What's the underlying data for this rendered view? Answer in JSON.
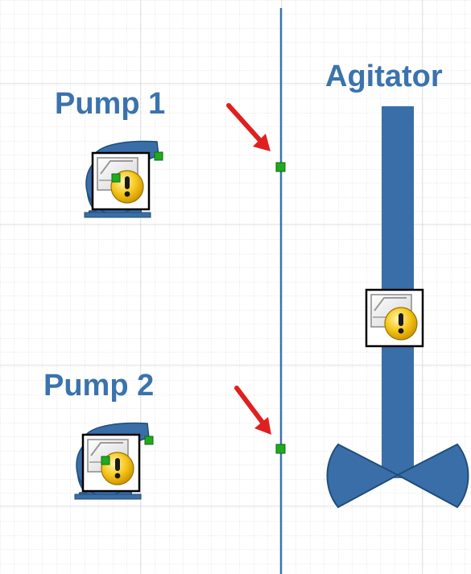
{
  "labels": {
    "pump1": "Pump 1",
    "pump2": "Pump 2",
    "agitator": "Agitator"
  },
  "colors": {
    "grid_minor": "#d9d9d9",
    "grid_major": "#c8c8c8",
    "pipe_line": "#3a73ad",
    "equipment": "#3a6ea8",
    "equipment_dark": "#1f4e79",
    "connection_point": "#1faa1f",
    "arrow": "#e02020",
    "warning_yellow": "#f5c518",
    "label_text": "#3a73ad"
  },
  "icons": {
    "pump1_status": "warning-exclamation-icon",
    "pump2_status": "warning-exclamation-icon",
    "agitator_status": "warning-exclamation-icon",
    "pointer": "red-arrow-icon"
  }
}
